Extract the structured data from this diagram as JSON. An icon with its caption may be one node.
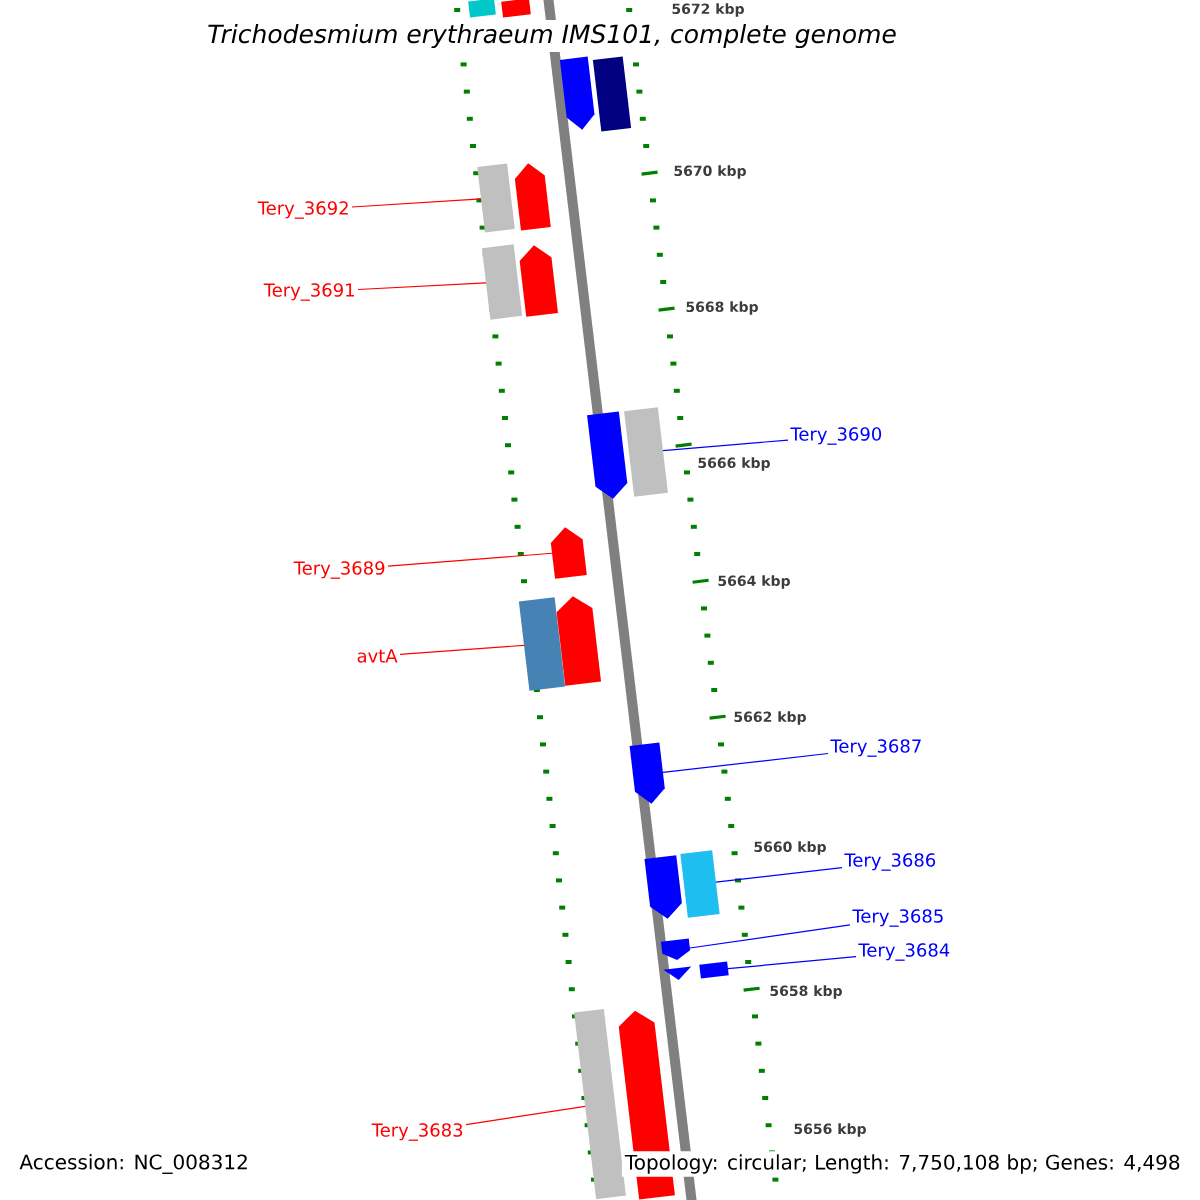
{
  "diagram": {
    "title": "Trichodesmium erythraeum IMS101, complete genome",
    "nodes": [
      {
        "text": [],
        "shape": "box"
      },
      {
        "text": [],
        "shape": "box"
      },
      {
        "text": [],
        "shape": "pentagon"
      },
      {
        "text": [],
        "shape": "box"
      },
      {
        "text": [
          "Tery_3692"
        ]
      },
      {
        "text": [],
        "shape": "box"
      },
      {
        "text": [],
        "shape": "pentagon"
      },
      {
        "text": [
          "Tery_3691"
        ]
      },
      {
        "text": [],
        "shape": "box"
      },
      {
        "text": [],
        "shape": "pentagon"
      },
      {
        "text": [],
        "shape": "pentagon"
      },
      {
        "text": [],
        "shape": "box"
      },
      {
        "text": [
          "Tery_3690"
        ]
      },
      {
        "text": [],
        "shape": "pentagon"
      },
      {
        "text": [
          "Tery_3689"
        ]
      },
      {
        "text": [
          "avtA"
        ]
      },
      {
        "text": [],
        "shape": "box"
      },
      {
        "text": [],
        "shape": "pentagon"
      },
      {
        "text": [],
        "shape": "pentagon"
      },
      {
        "text": [
          "Tery_3687"
        ]
      },
      {
        "text": [],
        "shape": "pentagon"
      },
      {
        "text": [],
        "shape": "box"
      },
      {
        "text": [
          "Tery_3686"
        ]
      },
      {
        "text": [],
        "shape": "pentagon"
      },
      {
        "text": [
          "Tery_3685"
        ]
      },
      {
        "text": [],
        "shape": "triangle"
      },
      {
        "text": [],
        "shape": "box"
      },
      {
        "text": [
          "Tery_3684"
        ]
      },
      {
        "text": [],
        "shape": "box"
      },
      {
        "text": [],
        "shape": "pentagon"
      },
      {
        "text": [
          "Tery_3683"
        ]
      }
    ],
    "edges": [
      {
        "from": 4,
        "to": 5,
        "arrow": "none",
        "color": "#ff0000"
      },
      {
        "from": 7,
        "to": 8,
        "arrow": "none",
        "color": "#ff0000"
      },
      {
        "from": 12,
        "to": 11,
        "arrow": "none",
        "color": "#0000ff"
      },
      {
        "from": 14,
        "to": 13,
        "arrow": "none",
        "color": "#ff0000"
      },
      {
        "from": 15,
        "to": 16,
        "arrow": "none",
        "color": "#ff0000"
      },
      {
        "from": 19,
        "to": 18,
        "arrow": "none",
        "color": "#0000ff"
      },
      {
        "from": 22,
        "to": 21,
        "arrow": "none",
        "color": "#0000ff"
      },
      {
        "from": 24,
        "to": 23,
        "arrow": "none",
        "color": "#0000ff"
      },
      {
        "from": 27,
        "to": 26,
        "arrow": "none",
        "color": "#0000ff"
      },
      {
        "from": 30,
        "to": 28,
        "arrow": "none",
        "color": "#ff0000"
      }
    ],
    "labels": [
      "5672 kbp",
      "5670 kbp",
      "5668 kbp",
      "5666 kbp",
      "5664 kbp",
      "5662 kbp",
      "5660 kbp",
      "5658 kbp",
      "5656 kbp",
      "Accession: NC_008312",
      "Topology: circular; Length: 7,750,108 bp; Genes: 4,498"
    ]
  }
}
